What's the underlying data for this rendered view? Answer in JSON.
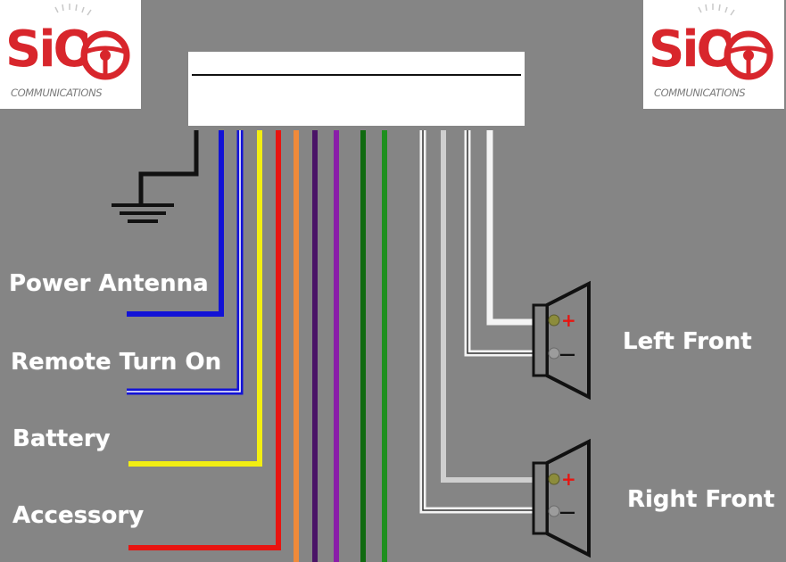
{
  "logos": [
    {
      "brand": "SiO",
      "subtitle": "COMMUNICATIONS"
    },
    {
      "brand": "SiO",
      "subtitle": "COMMUNICATIONS"
    }
  ],
  "wire_labels": {
    "power_antenna": "Power Antenna",
    "remote_turn_on": "Remote Turn On",
    "battery": "Battery",
    "accessory": "Accessory"
  },
  "speaker_labels": {
    "left_front": "Left Front",
    "right_front": "Right Front"
  },
  "terminals": {
    "positive": "+",
    "negative": "—"
  },
  "colors": {
    "background": "#858585",
    "ground": "#111111",
    "blue": "#1212d6",
    "yellow": "#f2ee12",
    "red": "#e81410",
    "orange": "#f08a3a",
    "purple": "#4a1466",
    "violet": "#8a1ea8",
    "green": "#106a10",
    "bright_green": "#1e8f1e",
    "white": "#f4f4f4",
    "gray": "#cfcfcf",
    "brand_red": "#d8262c"
  }
}
